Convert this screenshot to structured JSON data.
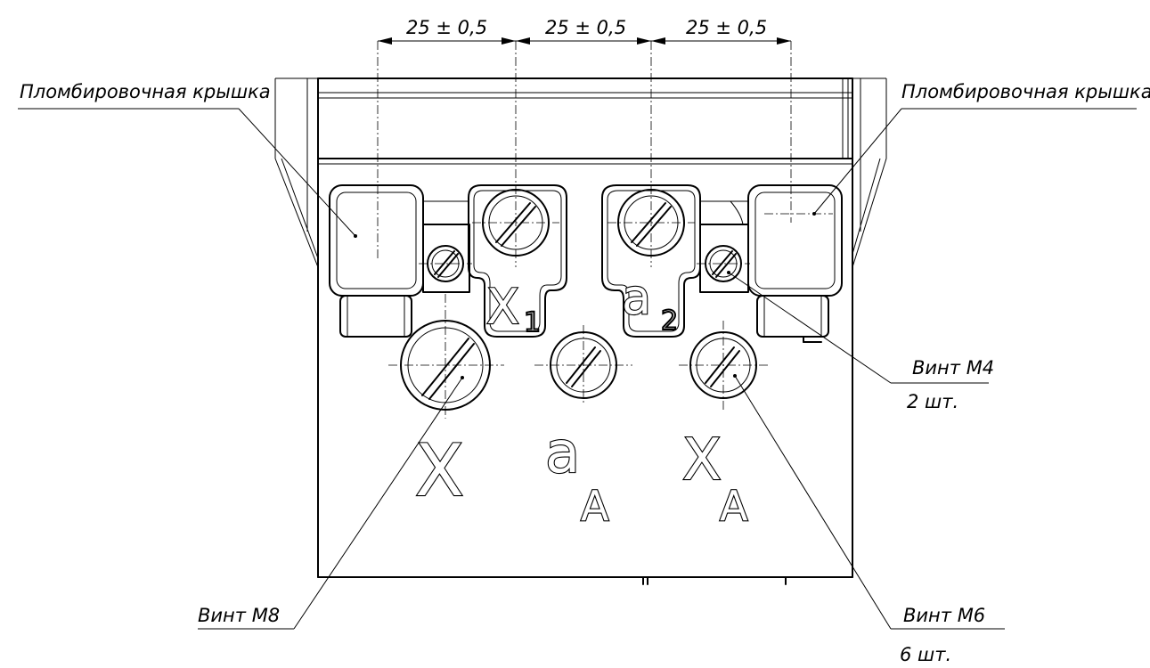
{
  "dimensions": {
    "d1": "25 ± 0,5",
    "d2": "25 ± 0,5",
    "d3": "25 ± 0,5"
  },
  "callouts": {
    "seal_cover_left": "Пломбировочная крышка",
    "seal_cover_right": "Пломбировочная крышка",
    "screw_m4": "Винт М4",
    "screw_m4_qty": "2 шт.",
    "screw_m8": "Винт М8",
    "screw_m6": "Винт М6",
    "screw_m6_qty": "6 шт."
  },
  "terminal_marks": {
    "x1_letter": "X",
    "x1_sub": "1",
    "a2_letter": "a",
    "a2_sub": "2",
    "x_letter": "X",
    "aa_letter": "a",
    "aa_sub": "A",
    "xa_letter": "X",
    "xa_sub": "A"
  }
}
